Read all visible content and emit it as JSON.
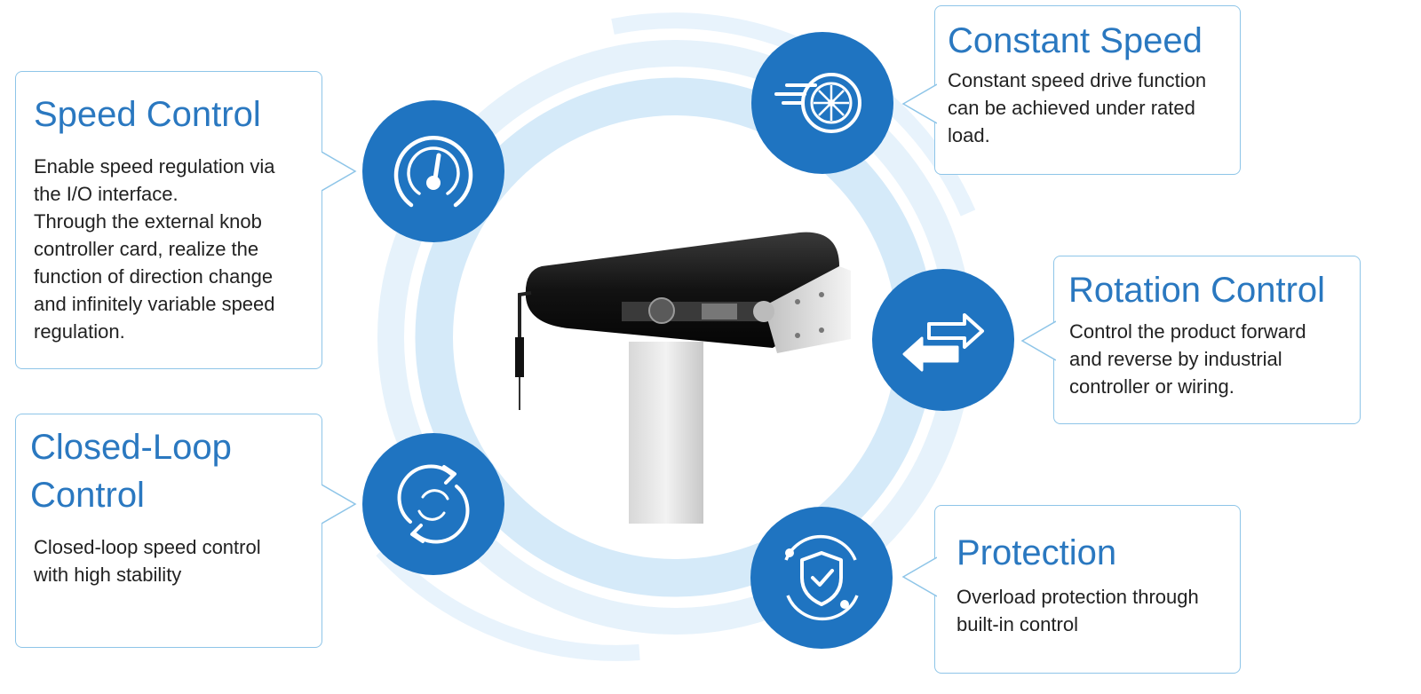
{
  "colors": {
    "accent": "#1f74c1",
    "title": "#2a78c0",
    "card_border": "#8ec5e8",
    "ring": "#e1f0fb"
  },
  "center_image": {
    "subject": "conveyor with motorized drum on stand",
    "icon": "conveyor-illustration"
  },
  "features": {
    "speed_control": {
      "title": "Speed Control",
      "description": "Enable speed regulation via\nthe I/O interface.\nThrough the external knob\ncontroller card, realize the\nfunction of direction change\nand infinitely variable speed\nregulation.",
      "icon": "speedometer-icon"
    },
    "closed_loop": {
      "title": "Closed-Loop\nControl",
      "description": "Closed-loop speed control\nwith high stability",
      "icon": "refresh-cycle-icon"
    },
    "constant_speed": {
      "title": "Constant Speed",
      "description": "Constant speed drive function\ncan be achieved under rated\nload.",
      "icon": "turbine-speed-icon"
    },
    "rotation_control": {
      "title": "Rotation Control",
      "description": "Control the product forward\nand reverse by industrial\ncontroller or wiring.",
      "icon": "bidirectional-arrows-icon"
    },
    "protection": {
      "title": "Protection",
      "description": "Overload protection through\nbuilt-in control",
      "icon": "shield-check-icon"
    }
  }
}
